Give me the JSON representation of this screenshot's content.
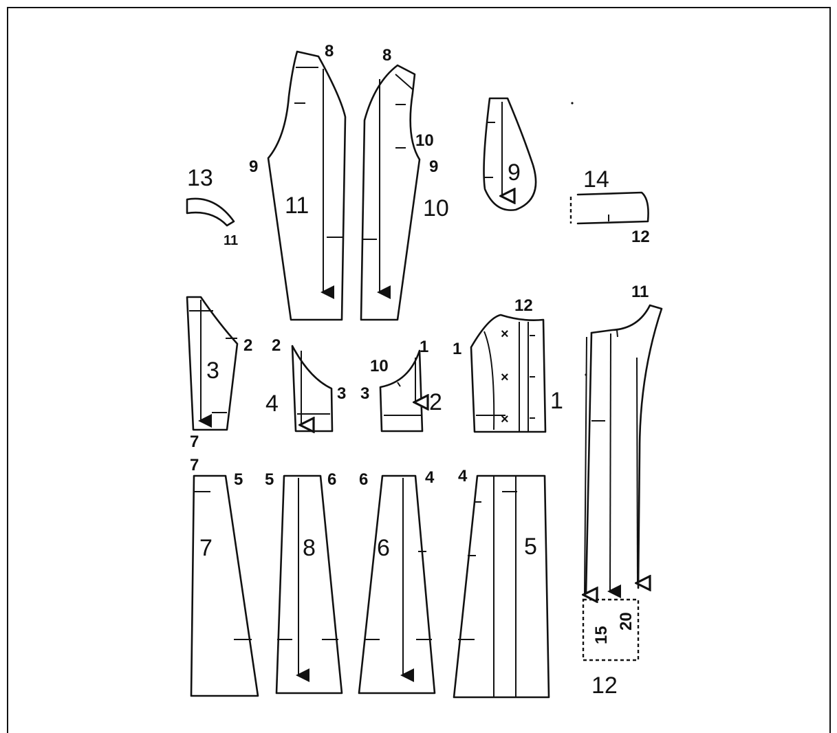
{
  "pieces": {
    "p1": "1",
    "p2": "2",
    "p3": "3",
    "p4": "4",
    "p5": "5",
    "p6": "6",
    "p7": "7",
    "p8": "8",
    "p9": "9",
    "p10": "10",
    "p11": "11",
    "p12": "12",
    "p13": "13",
    "p14": "14"
  },
  "marks": {
    "m1": "1",
    "m2": "2",
    "m3": "3",
    "m4": "4",
    "m5": "5",
    "m6": "6",
    "m7": "7",
    "m8": "8",
    "m9": "9",
    "m10": "10",
    "m11": "11",
    "m12": "12"
  },
  "extension": {
    "w15": "15",
    "w20": "20"
  }
}
